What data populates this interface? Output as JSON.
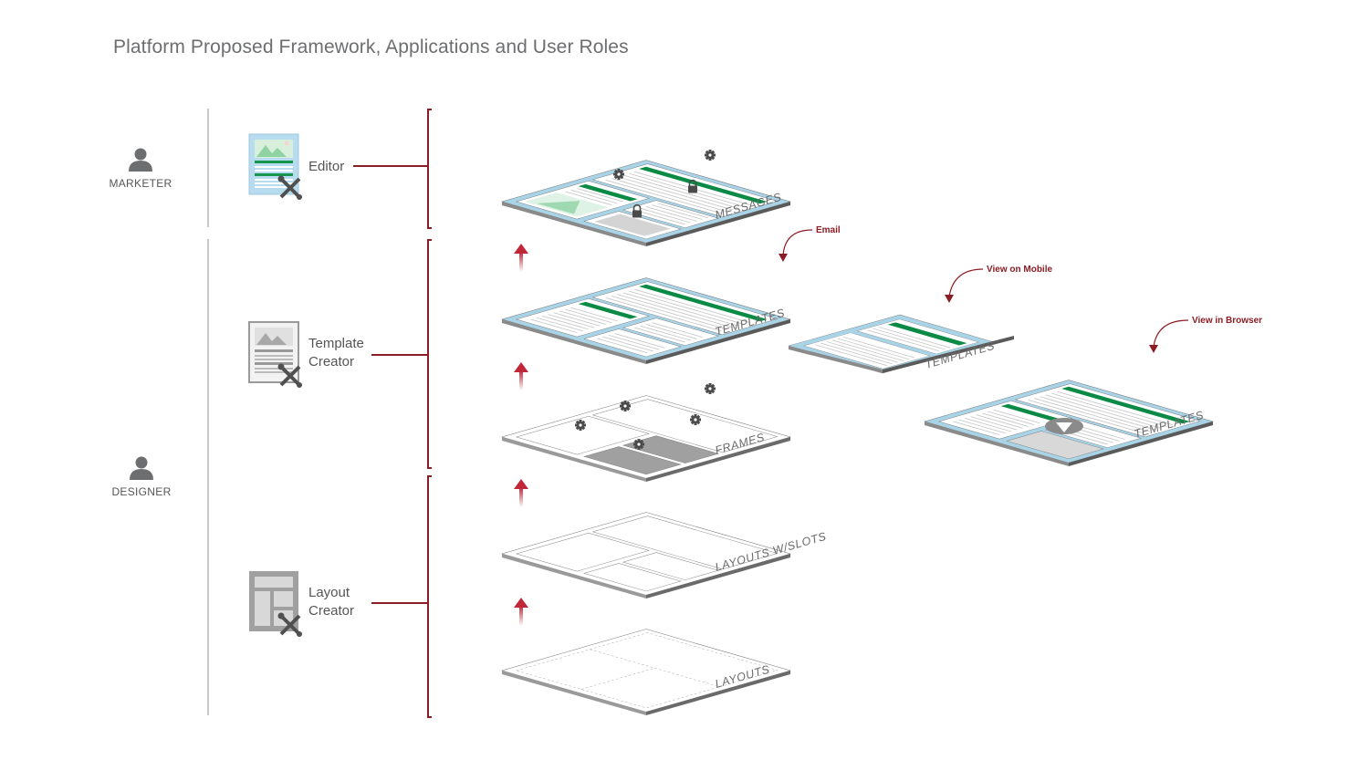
{
  "title": "Platform Proposed Framework, Applications and User Roles",
  "roles": {
    "marketer": "MARKETER",
    "designer": "DESIGNER"
  },
  "apps": {
    "editor": "Editor",
    "template_creator_line1": "Template",
    "template_creator_line2": "Creator",
    "layout_creator_line1": "Layout",
    "layout_creator_line2": "Creator"
  },
  "layers": {
    "messages": "MESSAGES",
    "templates": "TEMPLATES",
    "frames": "FRAMES",
    "layouts_slots": "LAYOUTS W/SLOTS",
    "layouts": "LAYOUTS",
    "templates_mobile": "TEMPLATES",
    "templates_browser": "TEMPLATES"
  },
  "callouts": {
    "email": "Email",
    "mobile": "View on Mobile",
    "browser": "View in Browser"
  },
  "colors": {
    "accent_red": "#8c1d24",
    "sky_blue": "#a9d3e6",
    "green": "#0a8a44",
    "gray": "#8e8e8e"
  },
  "icons": [
    "person-icon",
    "editor-app-icon",
    "template-app-icon",
    "layout-app-icon",
    "gear-icon",
    "lock-icon",
    "play-icon",
    "up-arrow-icon"
  ]
}
